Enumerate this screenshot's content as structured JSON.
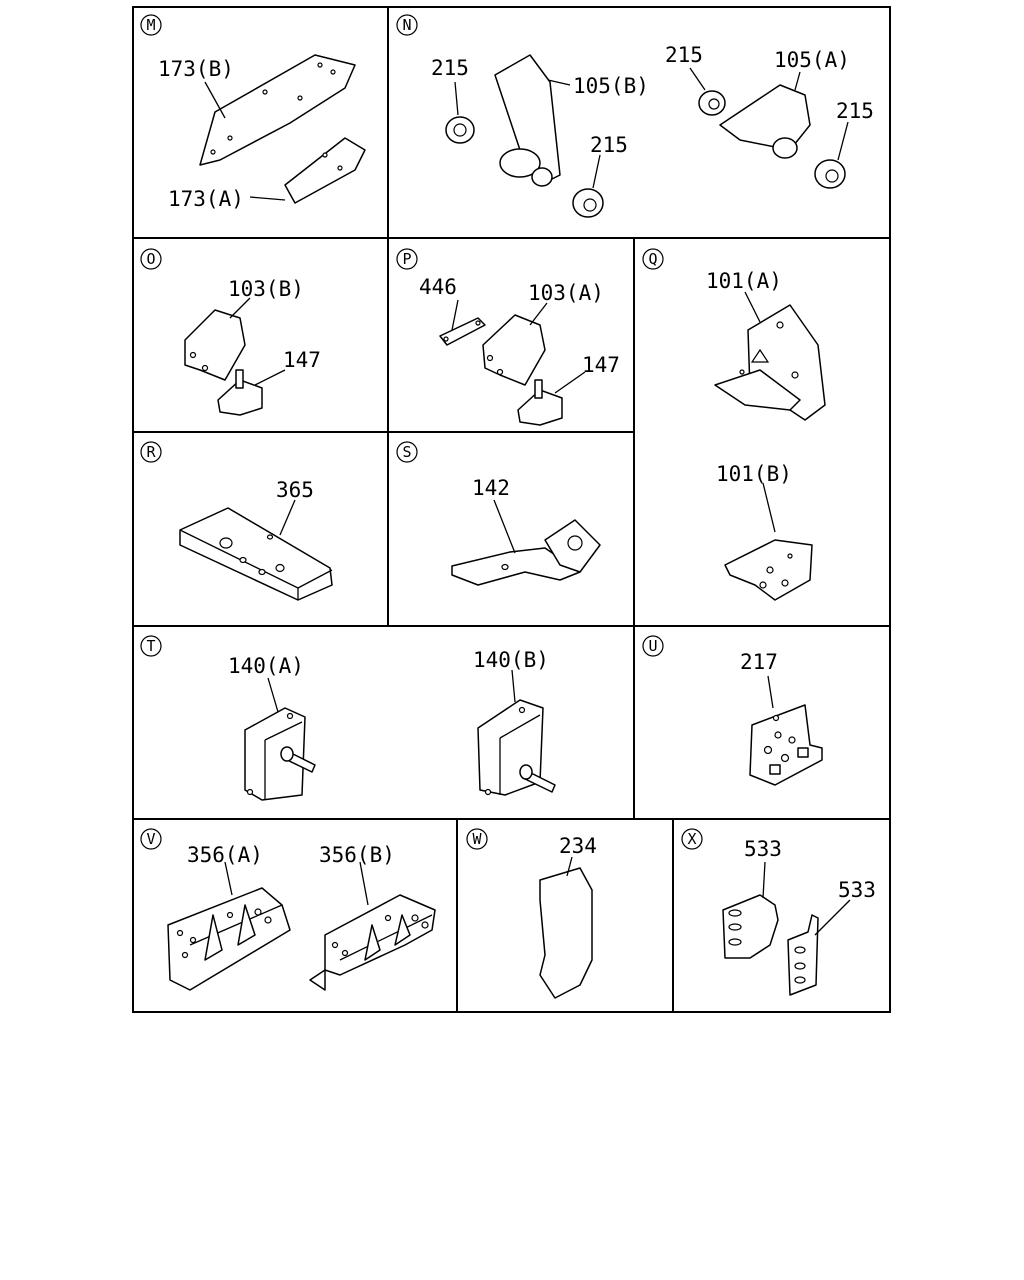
{
  "panels": [
    {
      "id": "M",
      "labels": [
        "173(B)",
        "173(A)"
      ]
    },
    {
      "id": "N",
      "labels": [
        "215",
        "105(B)",
        "215",
        "215",
        "105(A)",
        "215"
      ]
    },
    {
      "id": "O",
      "labels": [
        "103(B)",
        "147"
      ]
    },
    {
      "id": "P",
      "labels": [
        "446",
        "103(A)",
        "147"
      ]
    },
    {
      "id": "Q",
      "labels": [
        "101(A)",
        "101(B)"
      ]
    },
    {
      "id": "R",
      "labels": [
        "365"
      ]
    },
    {
      "id": "S",
      "labels": [
        "142"
      ]
    },
    {
      "id": "T",
      "labels": [
        "140(A)",
        "140(B)"
      ]
    },
    {
      "id": "U",
      "labels": [
        "217"
      ]
    },
    {
      "id": "V",
      "labels": [
        "356(A)",
        "356(B)"
      ]
    },
    {
      "id": "W",
      "labels": [
        "234"
      ]
    },
    {
      "id": "X",
      "labels": [
        "533",
        "533"
      ]
    }
  ]
}
